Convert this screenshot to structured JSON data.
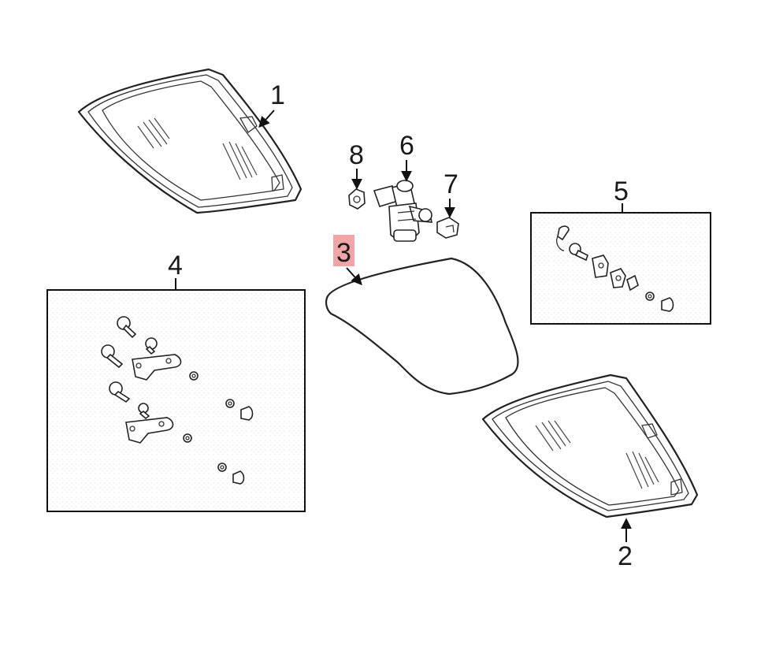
{
  "callouts": [
    {
      "id": "1",
      "label": "1"
    },
    {
      "id": "2",
      "label": "2"
    },
    {
      "id": "3",
      "label": "3",
      "highlighted": true
    },
    {
      "id": "4",
      "label": "4"
    },
    {
      "id": "5",
      "label": "5"
    },
    {
      "id": "6",
      "label": "6"
    },
    {
      "id": "7",
      "label": "7"
    },
    {
      "id": "8",
      "label": "8"
    }
  ],
  "colors": {
    "highlight": "#f2a5a8",
    "line": "#222222",
    "stipple": "#e6e6e6"
  }
}
